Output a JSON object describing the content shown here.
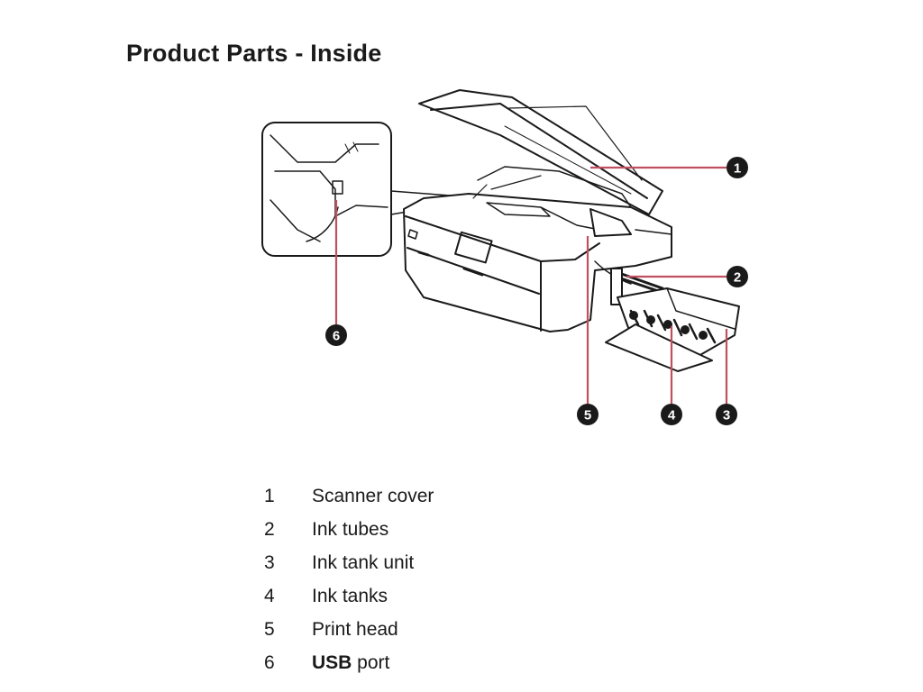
{
  "page": {
    "title": "Product Parts - Inside"
  },
  "callouts": [
    "1",
    "2",
    "3",
    "4",
    "5",
    "6"
  ],
  "parts": [
    {
      "num": "1",
      "label": "Scanner cover"
    },
    {
      "num": "2",
      "label": "Ink tubes"
    },
    {
      "num": "3",
      "label": "Ink tank unit"
    },
    {
      "num": "4",
      "label": "Ink tanks"
    },
    {
      "num": "5",
      "label": "Print head"
    },
    {
      "num": "6",
      "label_bold": "USB",
      "label_rest": " port"
    }
  ],
  "colors": {
    "leader": "#c0505f",
    "ink": "#1a1a1a"
  }
}
